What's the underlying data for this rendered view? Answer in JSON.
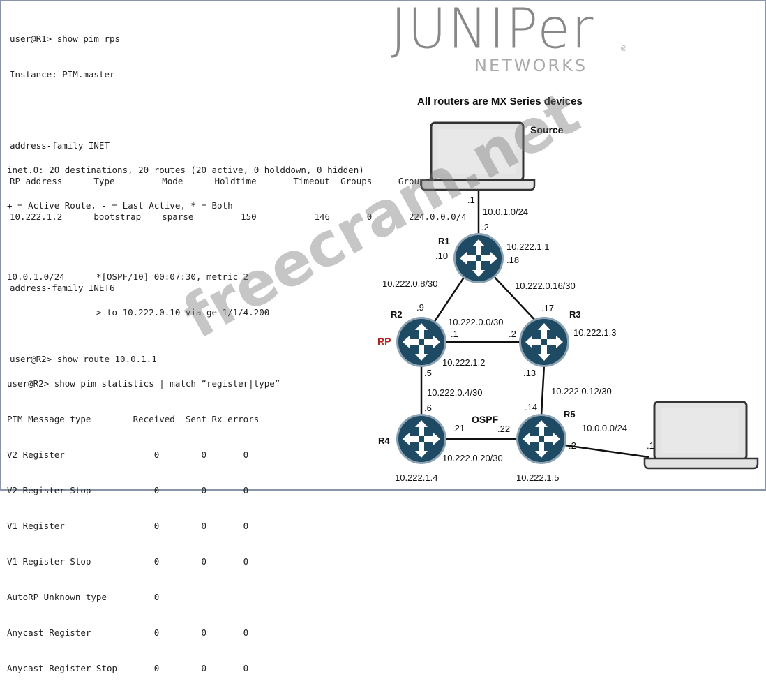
{
  "cli": {
    "r1_prompt": "user@R1> show pim rps",
    "instance": "Instance: PIM.master",
    "af_inet": "address-family INET",
    "rps_header": "RP address      Type         Mode      Holdtime       Timeout  Groups     Group prefixes",
    "rps_row": "10.222.1.2      bootstrap    sparse         150           146       0       224.0.0.0/4",
    "af_inet6": "address-family INET6",
    "r2_route_prompt": "user@R2> show route 10.0.1.1",
    "inet0_line": "inet.0: 20 destinations, 20 routes (20 active, 0 holddown, 0 hidden)",
    "legend_line": "+ = Active Route, - = Last Active, * = Both",
    "route_line1": "10.0.1.0/24      *[OSPF/10] 00:07:30, metric 2",
    "route_line2": "                 > to 10.222.0.10 via ge-1/1/4.200",
    "r2_stats_prompt": "user@R2> show pim statistics | match “register|type”",
    "stats_header": "PIM Message type        Received  Sent Rx errors",
    "stats_rows": [
      "V2 Register                 0        0       0",
      "V2 Register Stop            0        0       0",
      "V1 Register                 0        0       0",
      "V1 Register Stop            0        0       0",
      "AutoRP Unknown type         0",
      "Anycast Register            0        0       0",
      "Anycast Register Stop       0        0       0"
    ]
  },
  "logo": {
    "main": "JUNIPer",
    "sub": "NETWORKS",
    "reg": "®"
  },
  "watermark": "freecram.net",
  "diagram": {
    "title": "All routers are MX Series devices",
    "source_label": "Source",
    "rp_label": "RP",
    "ospf_label": "OSPF",
    "routers": [
      {
        "name": "R1",
        "loopback": "10.222.1.1"
      },
      {
        "name": "R2",
        "loopback": "10.222.1.2"
      },
      {
        "name": "R3",
        "loopback": "10.222.1.3"
      },
      {
        "name": "R4",
        "loopback": "10.222.1.4"
      },
      {
        "name": "R5",
        "loopback": "10.222.1.5"
      }
    ],
    "subnets": {
      "source_lan": "10.0.1.0/24",
      "r1_r2": "10.222.0.8/30",
      "r1_r3": "10.222.0.16/30",
      "r2_r3": "10.222.0.0/30",
      "r2_r4": "10.222.0.4/30",
      "r3_r5": "10.222.0.12/30",
      "r4_r5": "10.222.0.20/30",
      "receiver_lan": "10.0.0.0/24"
    },
    "hosts": {
      "src_host": ".1",
      "r1_src": ".2",
      "r1_r2": ".10",
      "r1_r3": ".18",
      "r2_r1": ".9",
      "r3_r1": ".17",
      "r2_r3": ".1",
      "r3_r2": ".2",
      "r2_r4": ".5",
      "r4_r2": ".6",
      "r3_r5": ".13",
      "r5_r3": ".14",
      "r4_r5": ".21",
      "r5_r4": ".22",
      "r5_rcv": ".2",
      "rcv_host": ".1"
    },
    "colors": {
      "router": "#1f4a63",
      "router_ring": "#8aa2b3",
      "link": "#111111",
      "laptop": "#e3e3e3"
    }
  }
}
